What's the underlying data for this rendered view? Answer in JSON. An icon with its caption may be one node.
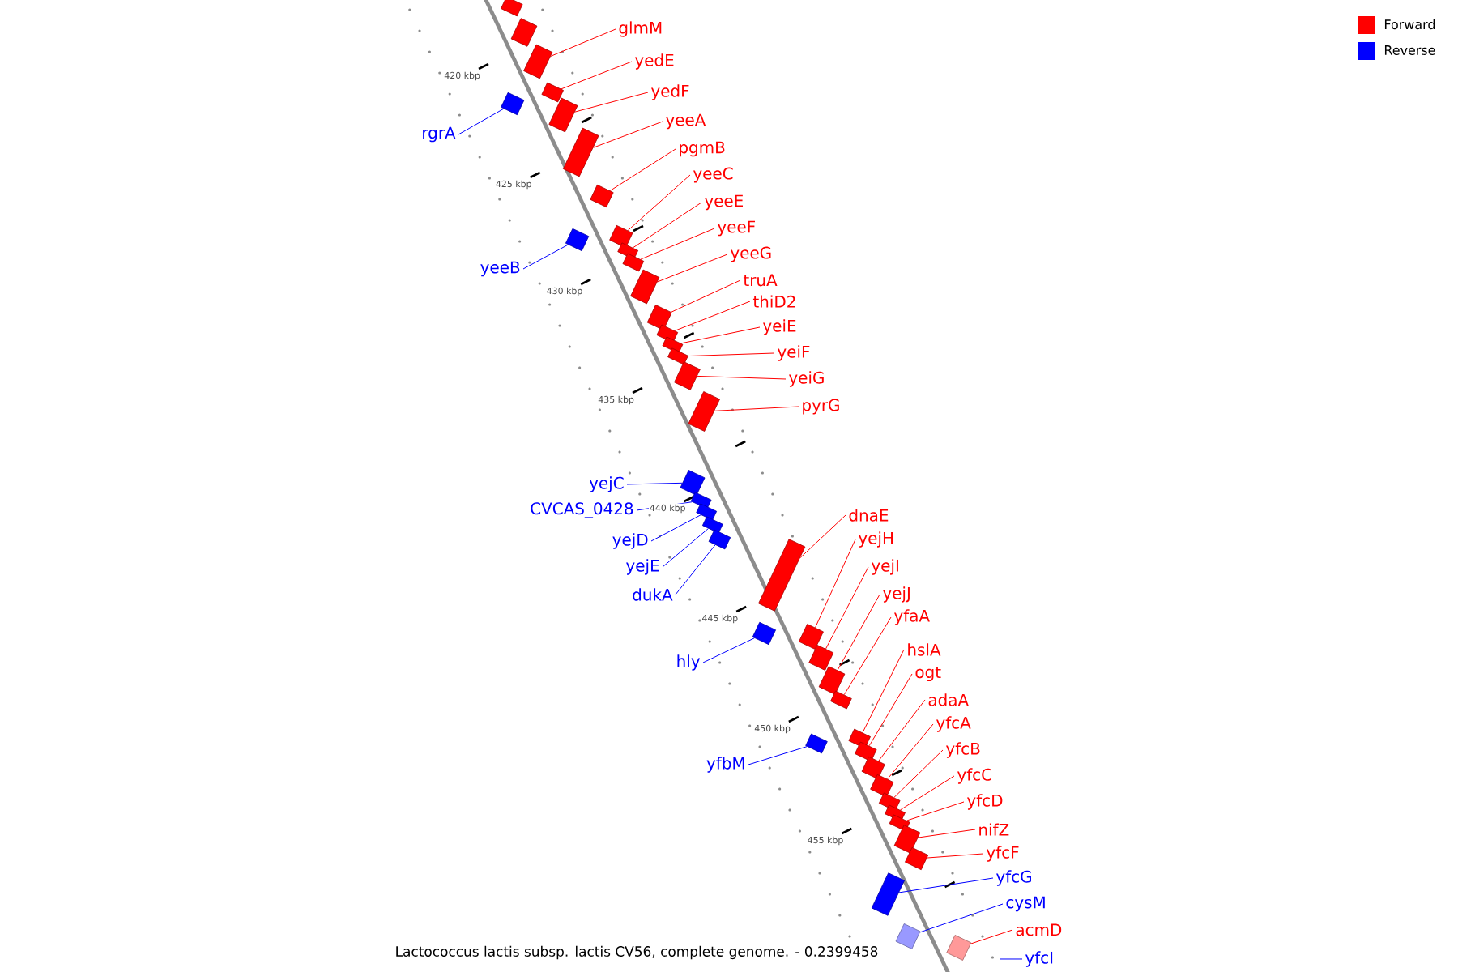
{
  "diagram": {
    "caption": "Lactococcus lactis subsp. lactis CV56, complete genome. - 0.2399458",
    "nodes": [
      {
        "text": [
          "glmM"
        ]
      },
      {
        "text": [
          "yedE"
        ]
      },
      {
        "text": [
          "yedF"
        ]
      },
      {
        "text": [
          "yeeA"
        ]
      },
      {
        "text": [
          "pgmB"
        ]
      },
      {
        "text": [
          "yeeC"
        ]
      },
      {
        "text": [
          "yeeE"
        ]
      },
      {
        "text": [
          "yeeF"
        ]
      },
      {
        "text": [
          "yeeG"
        ]
      },
      {
        "text": [
          "truA"
        ]
      },
      {
        "text": [
          "thiD2"
        ]
      },
      {
        "text": [
          "yeiE"
        ]
      },
      {
        "text": [
          "yeiF"
        ]
      },
      {
        "text": [
          "yeiG"
        ]
      },
      {
        "text": [
          "pyrG"
        ]
      },
      {
        "text": [
          "dnaE"
        ]
      },
      {
        "text": [
          "yejH"
        ]
      },
      {
        "text": [
          "yejI"
        ]
      },
      {
        "text": [
          "yejJ"
        ]
      },
      {
        "text": [
          "yfaA"
        ]
      },
      {
        "text": [
          "hslA"
        ]
      },
      {
        "text": [
          "ogt"
        ]
      },
      {
        "text": [
          "adaA"
        ]
      },
      {
        "text": [
          "yfcA"
        ]
      },
      {
        "text": [
          "yfcB"
        ]
      },
      {
        "text": [
          "yfcC"
        ]
      },
      {
        "text": [
          "yfcD"
        ]
      },
      {
        "text": [
          "nifZ"
        ]
      },
      {
        "text": [
          "yfcF"
        ]
      },
      {
        "text": [
          "acmD"
        ]
      },
      {
        "text": [
          "rgrA"
        ]
      },
      {
        "text": [
          "yeeB"
        ]
      },
      {
        "text": [
          "yejC"
        ]
      },
      {
        "text": [
          "CVCAS_0428"
        ]
      },
      {
        "text": [
          "yejD"
        ]
      },
      {
        "text": [
          "yejE"
        ]
      },
      {
        "text": [
          "dukA"
        ]
      },
      {
        "text": [
          "hly"
        ]
      },
      {
        "text": [
          "yfbM"
        ]
      },
      {
        "text": [
          "yfcG"
        ]
      },
      {
        "text": [
          "cysM"
        ]
      },
      {
        "text": [
          "yfcI"
        ]
      },
      {
        "text": [],
        "shape": "box"
      },
      {
        "text": [],
        "shape": "box"
      },
      {
        "text": [],
        "shape": "box"
      },
      {
        "text": [],
        "shape": "box"
      },
      {
        "text": [],
        "shape": "box"
      },
      {
        "text": [],
        "shape": "box"
      },
      {
        "text": [],
        "shape": "box"
      },
      {
        "text": [],
        "shape": "box"
      },
      {
        "text": [],
        "shape": "box"
      },
      {
        "text": [],
        "shape": "box"
      },
      {
        "text": [],
        "shape": "box"
      },
      {
        "text": [],
        "shape": "box"
      },
      {
        "text": [],
        "shape": "box"
      },
      {
        "text": [],
        "shape": "box"
      },
      {
        "text": [],
        "shape": "box"
      },
      {
        "text": [],
        "shape": "box"
      },
      {
        "text": [],
        "shape": "box"
      },
      {
        "text": [],
        "shape": "box"
      },
      {
        "text": [],
        "shape": "box"
      },
      {
        "text": [],
        "shape": "box"
      },
      {
        "text": [],
        "shape": "box"
      },
      {
        "text": [],
        "shape": "box"
      },
      {
        "text": [],
        "shape": "box"
      },
      {
        "text": [],
        "shape": "box"
      },
      {
        "text": [],
        "shape": "box"
      },
      {
        "text": [],
        "shape": "box"
      },
      {
        "text": [],
        "shape": "box"
      },
      {
        "text": [],
        "shape": "box"
      },
      {
        "text": [],
        "shape": "box"
      },
      {
        "text": [],
        "shape": "box"
      },
      {
        "text": [],
        "shape": "box"
      },
      {
        "text": [],
        "shape": "box"
      },
      {
        "text": [],
        "shape": "box"
      },
      {
        "text": [],
        "shape": "box"
      },
      {
        "text": [],
        "shape": "box"
      },
      {
        "text": [],
        "shape": "box"
      },
      {
        "text": [],
        "shape": "box"
      },
      {
        "text": [],
        "shape": "box"
      },
      {
        "text": [],
        "shape": "box"
      },
      {
        "text": [],
        "shape": "box"
      },
      {
        "text": [],
        "shape": "box"
      },
      {
        "text": [],
        "shape": "box"
      },
      {
        "text": [],
        "shape": "box"
      }
    ],
    "edges": [
      {
        "from": 0,
        "to": 42,
        "arrow": "none"
      },
      {
        "from": 1,
        "to": 43,
        "arrow": "none"
      },
      {
        "from": 2,
        "to": 44,
        "arrow": "none"
      },
      {
        "from": 3,
        "to": 45,
        "arrow": "none"
      },
      {
        "from": 4,
        "to": 46,
        "arrow": "none"
      },
      {
        "from": 5,
        "to": 47,
        "arrow": "none"
      },
      {
        "from": 6,
        "to": 48,
        "arrow": "none"
      },
      {
        "from": 7,
        "to": 49,
        "arrow": "none"
      },
      {
        "from": 8,
        "to": 50,
        "arrow": "none"
      },
      {
        "from": 9,
        "to": 51,
        "arrow": "none"
      },
      {
        "from": 10,
        "to": 52,
        "arrow": "none"
      },
      {
        "from": 11,
        "to": 53,
        "arrow": "none"
      },
      {
        "from": 12,
        "to": 54,
        "arrow": "none"
      },
      {
        "from": 13,
        "to": 55,
        "arrow": "none"
      },
      {
        "from": 14,
        "to": 56,
        "arrow": "none"
      },
      {
        "from": 15,
        "to": 57,
        "arrow": "none"
      },
      {
        "from": 16,
        "to": 58,
        "arrow": "none"
      },
      {
        "from": 17,
        "to": 59,
        "arrow": "none"
      },
      {
        "from": 18,
        "to": 60,
        "arrow": "none"
      },
      {
        "from": 19,
        "to": 61,
        "arrow": "none"
      },
      {
        "from": 20,
        "to": 62,
        "arrow": "none"
      },
      {
        "from": 21,
        "to": 63,
        "arrow": "none"
      },
      {
        "from": 22,
        "to": 64,
        "arrow": "none"
      },
      {
        "from": 23,
        "to": 65,
        "arrow": "none"
      },
      {
        "from": 24,
        "to": 66,
        "arrow": "none"
      },
      {
        "from": 25,
        "to": 67,
        "arrow": "none"
      },
      {
        "from": 26,
        "to": 68,
        "arrow": "none"
      },
      {
        "from": 27,
        "to": 69,
        "arrow": "none"
      },
      {
        "from": 28,
        "to": 70,
        "arrow": "none"
      },
      {
        "from": 29,
        "to": 71,
        "arrow": "none"
      },
      {
        "from": 30,
        "to": 72,
        "arrow": "none",
        "color": "#0000ff"
      },
      {
        "from": 31,
        "to": 73,
        "arrow": "none",
        "color": "#0000ff"
      },
      {
        "from": 32,
        "to": 74,
        "arrow": "none",
        "color": "#0000ff"
      },
      {
        "from": 33,
        "to": 75,
        "arrow": "none",
        "color": "#0000ff"
      },
      {
        "from": 34,
        "to": 76,
        "arrow": "none",
        "color": "#0000ff"
      },
      {
        "from": 35,
        "to": 77,
        "arrow": "none",
        "color": "#0000ff"
      },
      {
        "from": 36,
        "to": 78,
        "arrow": "none",
        "color": "#0000ff"
      },
      {
        "from": 37,
        "to": 79,
        "arrow": "none",
        "color": "#0000ff"
      },
      {
        "from": 38,
        "to": 80,
        "arrow": "none",
        "color": "#0000ff"
      },
      {
        "from": 39,
        "to": 81,
        "arrow": "none",
        "color": "#0000ff"
      },
      {
        "from": 40,
        "to": 82,
        "arrow": "none",
        "color": "#0000ff"
      },
      {
        "from": 41,
        "to": null,
        "arrow": "none",
        "color": "#0000ff"
      }
    ],
    "labels": [
      "420 kbp",
      "425 kbp",
      "430 kbp",
      "435 kbp",
      "440 kbp",
      "445 kbp",
      "450 kbp",
      "455 kbp"
    ],
    "legend": [
      {
        "text": "Forward",
        "color": "#ff0000"
      },
      {
        "text": "Reverse",
        "color": "#0000ff"
      }
    ]
  }
}
